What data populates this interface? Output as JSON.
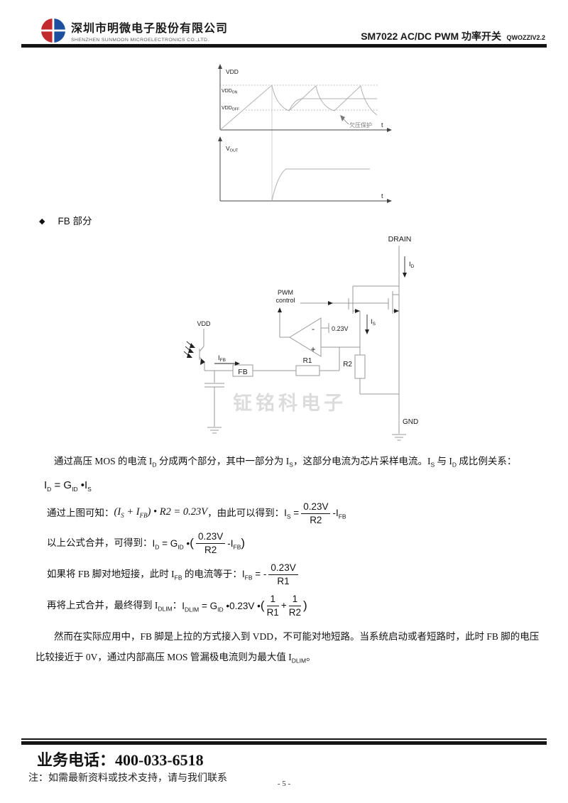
{
  "header": {
    "company_cn": "深圳市明微电子股份有限公司",
    "company_en": "SHENZHEN SUNMOON MICROELECTRONICS CO.,LTD.",
    "doc_title": "SM7022 AC/DC PWM 功率开关",
    "doc_version": "QWOZZIV2.2"
  },
  "waveforms": {
    "plot1": {
      "y_label": "VDD",
      "on_base": "VDD",
      "on_sub": "ON",
      "off_base": "VDD",
      "off_sub": "OFF",
      "x_label": "t",
      "annotation": "欠压保护"
    },
    "plot2": {
      "y_base": "V",
      "y_sub": "OUT",
      "x_label": "t"
    }
  },
  "section": {
    "bullet": "◆",
    "title": "FB 部分"
  },
  "circuit": {
    "drain": "DRAIN",
    "id_base": "I",
    "id_sub": "D",
    "pwm_line1": "PWM",
    "pwm_line2": "control",
    "minus": "-",
    "plus": "+",
    "vref": "0.23V",
    "is_base": "I",
    "is_sub": "S",
    "vdd": "VDD",
    "ifb_base": "I",
    "ifb_sub": "FB",
    "fb_pin": "FB",
    "r1": "R1",
    "r2": "R2",
    "gnd": "GND",
    "watermark": "钲铭科电子"
  },
  "body": {
    "p1": {
      "t0": "通过高压 MOS 的电流 I",
      "s0": "D",
      "t1": " 分成两个部分，其中一部分为 I",
      "s1": "S",
      "t2": "，这部分电流为芯片采样电流。I",
      "s2": "S",
      "t3": " 与 I",
      "s3": "D",
      "t4": " 成比例关系："
    },
    "f1": {
      "t0": "I",
      "s0": "D",
      "t1": " = G",
      "s1": "ID",
      "t2": " •I",
      "s2": "S"
    },
    "p2": {
      "lead": "通过上图可知：",
      "m0": "(",
      "mi1": "I",
      "msub1": "S",
      "m1": " + ",
      "mi2": "I",
      "msub2": "FB",
      "m2": ") • R2 = 0.23V",
      "mid": "，由此可以得到：",
      "a": "I",
      "asub": "S",
      "eq": " = ",
      "fnum": "0.23V",
      "fden": "R2",
      "minus": "-",
      "b": "I",
      "bsub": "FB"
    },
    "p3": {
      "lead": "以上公式合并，可得到：",
      "a": "I",
      "asub": "D",
      "b": " = G",
      "bsub": "ID",
      "c": " •",
      "open": "(",
      "fnum": "0.23V",
      "fden": "R2",
      "minus": "-",
      "d": "I",
      "dsub": "FB",
      "close": ")"
    },
    "p4": {
      "lead0": "如果将 FB 脚对地短接，此时 I",
      "leadsub": "FB",
      "lead1": " 的电流等于：",
      "a": "I",
      "asub": "FB",
      "eq": " = -",
      "fnum": "0.23V",
      "fden": "R1"
    },
    "p5": {
      "lead0": "再将上式合并，最终得到 I",
      "leadsub": "DLIM",
      "lead1": "：",
      "a": "I",
      "asub": "DLIM",
      "b": " = G",
      "bsub": "ID",
      "c": " •0.23V •",
      "open": "(",
      "f1num": "1",
      "f1den": "R1",
      "plus": "+",
      "f2num": "1",
      "f2den": "R2",
      "close": ")"
    },
    "p6": {
      "t0": "然而在实际应用中，FB 脚是上拉的方式接入到 VDD，不可能对地短路。当系统启动或者短路时，此时 FB 脚的电压比较接近于 0V，通过内部高压 MOS 管漏极电流则为最大值 I",
      "s0": "DLIM",
      "t1": "。"
    }
  },
  "footer": {
    "phone_label": "业务电话：",
    "phone": "400-033-6518",
    "note": "注：如需最新资料或技术支持，请与我们联系",
    "page": "- 5 -"
  }
}
